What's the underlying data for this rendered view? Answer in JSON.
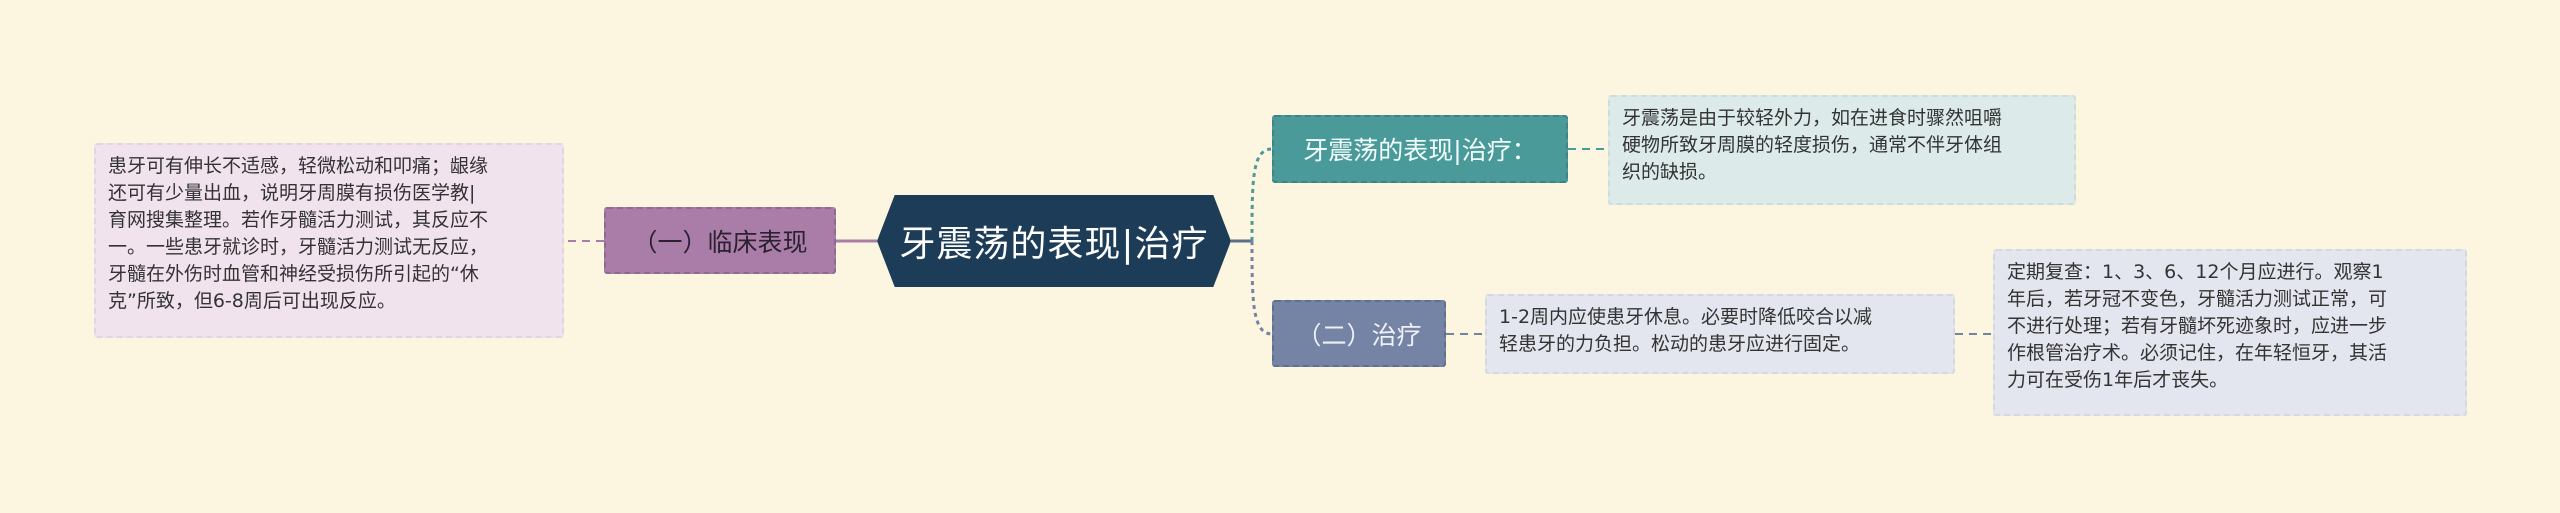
{
  "mindmap": {
    "central": "牙震荡的表现|治疗",
    "branches": {
      "clinical": "（一）临床表现",
      "manifest": "牙震荡的表现|治疗：",
      "treatment": "（二）治疗"
    },
    "leaves": {
      "clinical_text": "患牙可有伸长不适感，轻微松动和叩痛；龈缘\n还可有少量出血，说明牙周膜有损伤医学教|\n育网搜集整理。若作牙髓活力测试，其反应不\n一。一些患牙就诊时，牙髓活力测试无反应，\n牙髓在外伤时血管和神经受损伤所引起的“休\n克”所致，但6-8周后可出现反应。",
      "manifest_text": "牙震荡是由于较轻外力，如在进食时骤然咀嚼\n硬物所致牙周膜的轻度损伤，通常不伴牙体组\n织的缺损。",
      "treatment_text": "1-2周内应使患牙休息。必要时降低咬合以减\n轻患牙的力负担。松动的患牙应进行固定。",
      "review_text": "定期复查：1、3、6、12个月应进行。观察1\n年后，若牙冠不变色，牙髓活力测试正常，可\n不进行处理；若有牙髓坏死迹象时，应进一步\n作根管治疗术。必须记住，在年轻恒牙，其活\n力可在受伤1年后才丧失。"
    },
    "colors": {
      "background": "#fcf6e0",
      "central": "#1d3c58",
      "clinical": "#a97da8",
      "manifest": "#4a9a99",
      "treatment": "#7583a5"
    }
  }
}
